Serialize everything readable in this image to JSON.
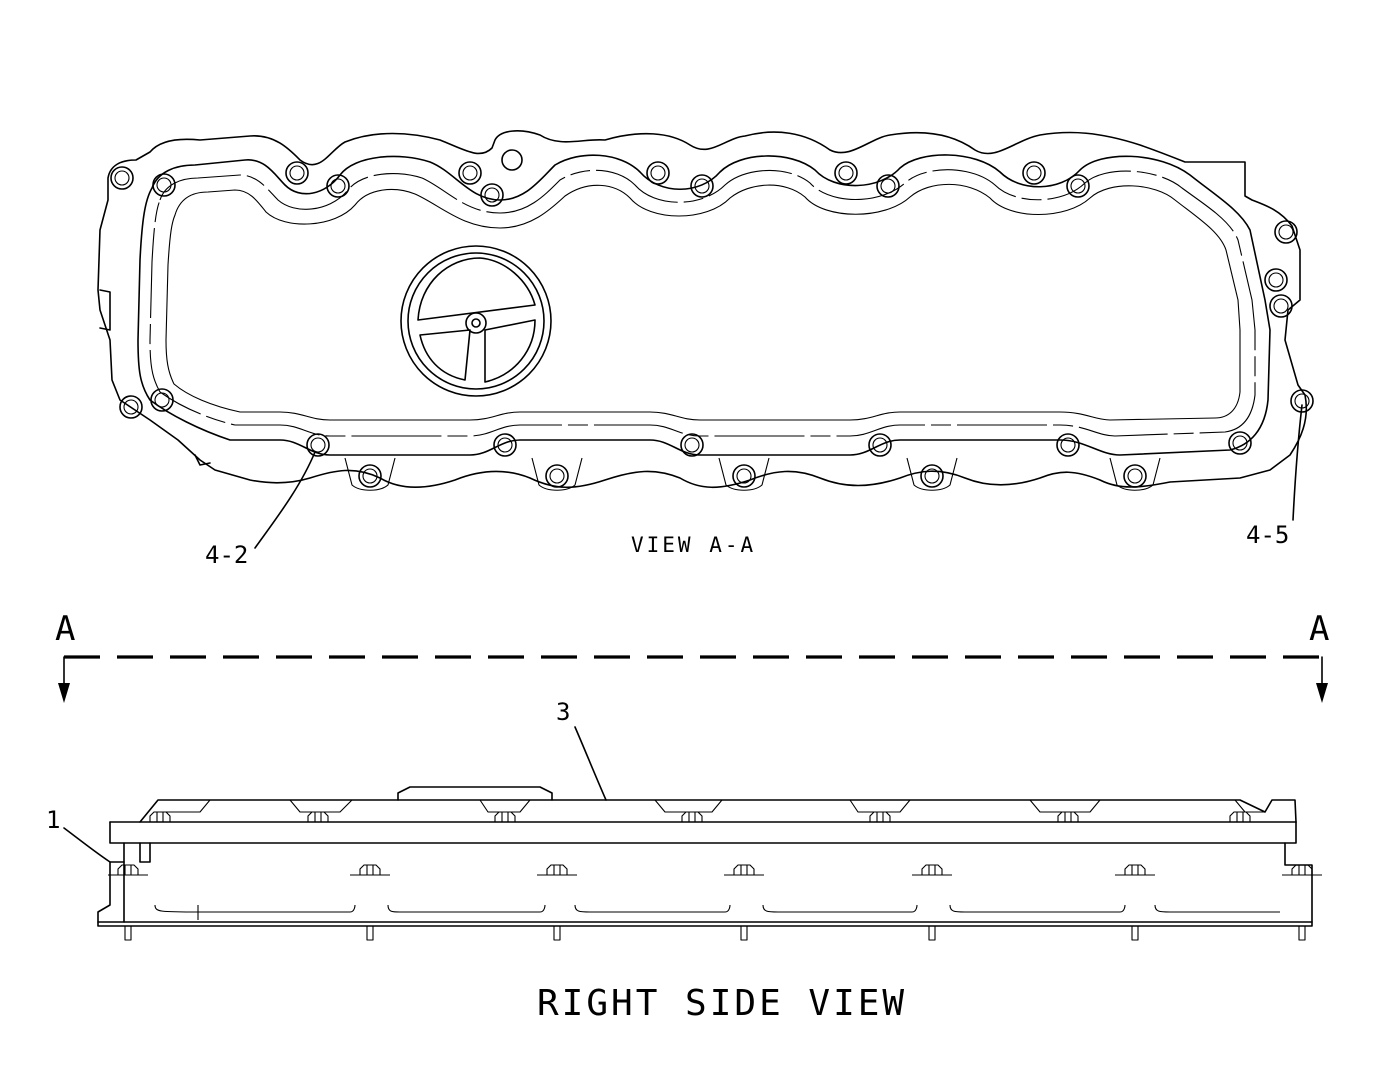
{
  "views": {
    "top_view_caption": "VIEW A-A",
    "side_view_caption": "RIGHT SIDE VIEW"
  },
  "section": {
    "left_label": "A",
    "right_label": "A"
  },
  "callouts": {
    "c_4_2": "4-2",
    "c_4_5": "4-5",
    "c_3": "3",
    "c_1": "1"
  }
}
